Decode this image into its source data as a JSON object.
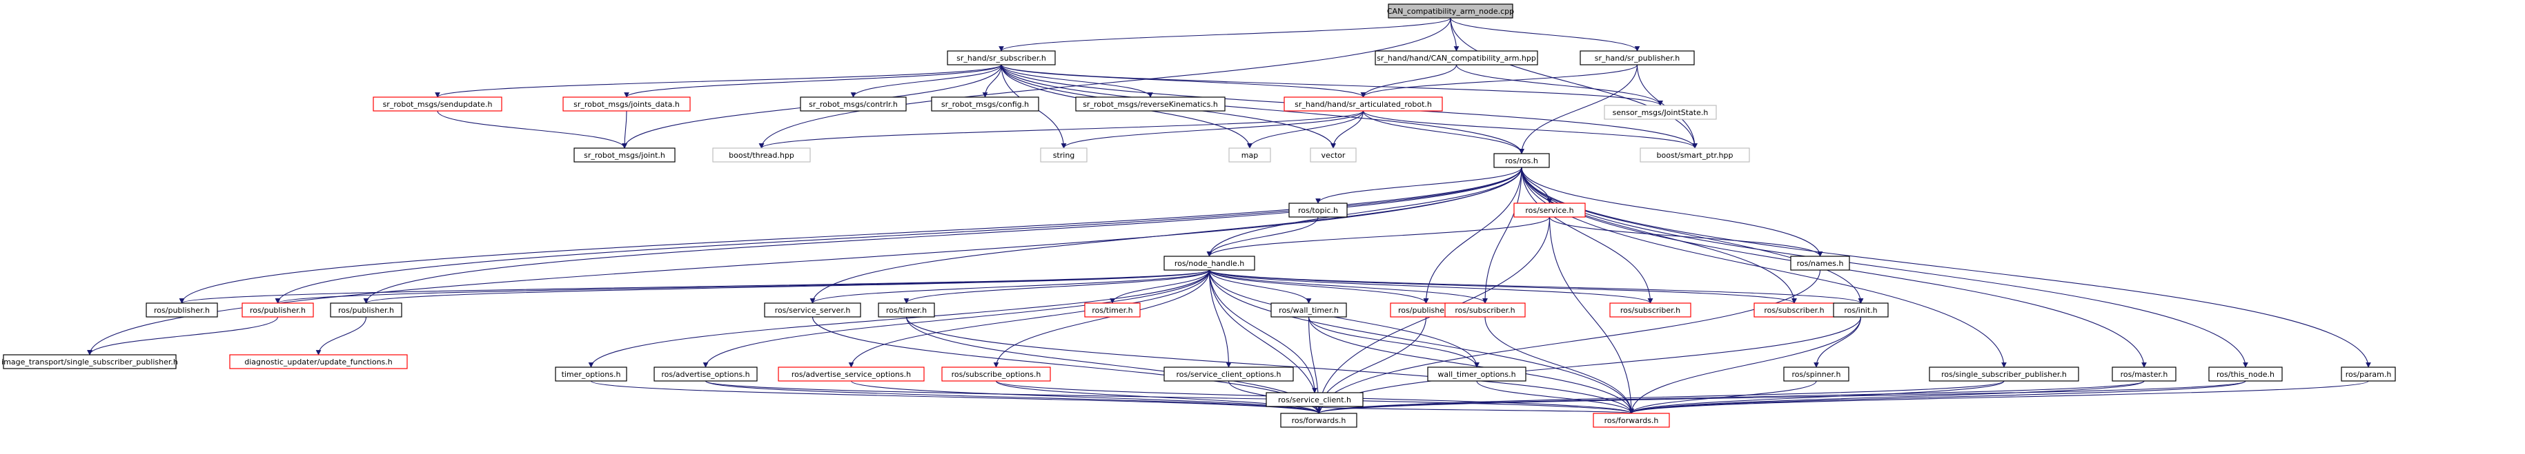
{
  "colors": {
    "edge": "#191970",
    "root_fill": "#bfbfbf",
    "normal_stroke": "#000000",
    "truncated_stroke": "#ff0000",
    "system_stroke": "#bfbfbf",
    "text": "#000000"
  },
  "nodes": {
    "root": {
      "label": "CAN_compatibility_arm_node.cpp",
      "kind": "root"
    },
    "sr_subscriber": {
      "label": "sr_hand/sr_subscriber.h",
      "kind": "normal"
    },
    "can_compat": {
      "label": "sr_hand/hand/CAN_compatibility_arm.hpp",
      "kind": "normal"
    },
    "sr_publisher": {
      "label": "sr_hand/sr_publisher.h",
      "kind": "normal"
    },
    "sendupdate": {
      "label": "sr_robot_msgs/sendupdate.h",
      "kind": "truncated"
    },
    "joints_data": {
      "label": "sr_robot_msgs/joints_data.h",
      "kind": "truncated"
    },
    "contrlr": {
      "label": "sr_robot_msgs/contrlr.h",
      "kind": "normal"
    },
    "config": {
      "label": "sr_robot_msgs/config.h",
      "kind": "normal"
    },
    "reverseKin": {
      "label": "sr_robot_msgs/reverseKinematics.h",
      "kind": "normal"
    },
    "articulated": {
      "label": "sr_hand/hand/sr_articulated_robot.h",
      "kind": "truncated"
    },
    "jointstate": {
      "label": "sensor_msgs/JointState.h",
      "kind": "system"
    },
    "joint": {
      "label": "sr_robot_msgs/joint.h",
      "kind": "normal"
    },
    "boost_thread": {
      "label": "boost/thread.hpp",
      "kind": "system"
    },
    "string": {
      "label": "string",
      "kind": "system"
    },
    "map": {
      "label": "map",
      "kind": "system"
    },
    "vector": {
      "label": "vector",
      "kind": "system"
    },
    "smart_ptr": {
      "label": "boost/smart_ptr.hpp",
      "kind": "system"
    },
    "ros_h": {
      "label": "ros/ros.h",
      "kind": "normal"
    },
    "topic": {
      "label": "ros/topic.h",
      "kind": "normal"
    },
    "service": {
      "label": "ros/service.h",
      "kind": "truncated"
    },
    "node_handle": {
      "label": "ros/node_handle.h",
      "kind": "normal"
    },
    "names": {
      "label": "ros/names.h",
      "kind": "normal"
    },
    "pub1": {
      "label": "ros/publisher.h",
      "kind": "normal"
    },
    "pub2": {
      "label": "ros/publisher.h",
      "kind": "truncated"
    },
    "pub3": {
      "label": "ros/publisher.h",
      "kind": "normal"
    },
    "service_server": {
      "label": "ros/service_server.h",
      "kind": "normal"
    },
    "timer1": {
      "label": "ros/timer.h",
      "kind": "normal"
    },
    "timer2": {
      "label": "ros/timer.h",
      "kind": "truncated"
    },
    "wall_timer": {
      "label": "ros/wall_timer.h",
      "kind": "normal"
    },
    "pub4": {
      "label": "ros/publisher.h",
      "kind": "truncated"
    },
    "sub1": {
      "label": "ros/subscriber.h",
      "kind": "truncated"
    },
    "sub2": {
      "label": "ros/subscriber.h",
      "kind": "truncated"
    },
    "sub3": {
      "label": "ros/subscriber.h",
      "kind": "truncated"
    },
    "init": {
      "label": "ros/init.h",
      "kind": "normal"
    },
    "image_transport": {
      "label": "image_transport/single_subscriber_publisher.h",
      "kind": "normal"
    },
    "diagnostic": {
      "label": "diagnostic_updater/update_functions.h",
      "kind": "truncated"
    },
    "timer_options": {
      "label": "timer_options.h",
      "kind": "normal"
    },
    "advertise_options": {
      "label": "ros/advertise_options.h",
      "kind": "normal"
    },
    "advertise_service_options": {
      "label": "ros/advertise_service_options.h",
      "kind": "truncated"
    },
    "subscribe_options": {
      "label": "ros/subscribe_options.h",
      "kind": "truncated"
    },
    "service_client_options": {
      "label": "ros/service_client_options.h",
      "kind": "normal"
    },
    "service_client": {
      "label": "ros/service_client.h",
      "kind": "normal"
    },
    "wall_timer_options": {
      "label": "wall_timer_options.h",
      "kind": "normal"
    },
    "spinner": {
      "label": "ros/spinner.h",
      "kind": "normal"
    },
    "single_sub_pub": {
      "label": "ros/single_subscriber_publisher.h",
      "kind": "normal"
    },
    "master": {
      "label": "ros/master.h",
      "kind": "normal"
    },
    "this_node": {
      "label": "ros/this_node.h",
      "kind": "normal"
    },
    "param": {
      "label": "ros/param.h",
      "kind": "normal"
    },
    "forwards1": {
      "label": "ros/forwards.h",
      "kind": "normal"
    },
    "forwards2": {
      "label": "ros/forwards.h",
      "kind": "truncated"
    }
  },
  "edges": [
    [
      "root",
      "sr_subscriber"
    ],
    [
      "root",
      "can_compat"
    ],
    [
      "root",
      "sr_publisher"
    ],
    [
      "root",
      "boost_thread"
    ],
    [
      "root",
      "smart_ptr"
    ],
    [
      "sr_subscriber",
      "sendupdate"
    ],
    [
      "sr_subscriber",
      "joints_data"
    ],
    [
      "sr_subscriber",
      "contrlr"
    ],
    [
      "sr_subscriber",
      "config"
    ],
    [
      "sr_subscriber",
      "reverseKin"
    ],
    [
      "sr_subscriber",
      "articulated"
    ],
    [
      "sr_subscriber",
      "joint"
    ],
    [
      "sr_subscriber",
      "string"
    ],
    [
      "sr_subscriber",
      "map"
    ],
    [
      "sr_subscriber",
      "vector"
    ],
    [
      "sr_subscriber",
      "ros_h"
    ],
    [
      "sr_subscriber",
      "smart_ptr"
    ],
    [
      "sr_subscriber",
      "jointstate"
    ],
    [
      "can_compat",
      "articulated"
    ],
    [
      "can_compat",
      "jointstate"
    ],
    [
      "sr_publisher",
      "articulated"
    ],
    [
      "sr_publisher",
      "ros_h"
    ],
    [
      "sr_publisher",
      "smart_ptr"
    ],
    [
      "sendupdate",
      "joint"
    ],
    [
      "joints_data",
      "joint"
    ],
    [
      "articulated",
      "boost_thread"
    ],
    [
      "articulated",
      "string"
    ],
    [
      "articulated",
      "map"
    ],
    [
      "articulated",
      "vector"
    ],
    [
      "articulated",
      "smart_ptr"
    ],
    [
      "articulated",
      "ros_h"
    ],
    [
      "ros_h",
      "topic"
    ],
    [
      "ros_h",
      "service"
    ],
    [
      "ros_h",
      "node_handle"
    ],
    [
      "ros_h",
      "names"
    ],
    [
      "ros_h",
      "pub1"
    ],
    [
      "ros_h",
      "pub2"
    ],
    [
      "ros_h",
      "pub4"
    ],
    [
      "ros_h",
      "sub1"
    ],
    [
      "ros_h",
      "sub2"
    ],
    [
      "ros_h",
      "sub3"
    ],
    [
      "ros_h",
      "init"
    ],
    [
      "ros_h",
      "service_server"
    ],
    [
      "ros_h",
      "image_transport"
    ],
    [
      "ros_h",
      "single_sub_pub"
    ],
    [
      "ros_h",
      "master"
    ],
    [
      "ros_h",
      "this_node"
    ],
    [
      "ros_h",
      "param"
    ],
    [
      "ros_h",
      "pub3"
    ],
    [
      "topic",
      "node_handle"
    ],
    [
      "service",
      "node_handle"
    ],
    [
      "service",
      "names"
    ],
    [
      "service",
      "forwards1"
    ],
    [
      "service",
      "forwards2"
    ],
    [
      "node_handle",
      "pub1"
    ],
    [
      "node_handle",
      "pub2"
    ],
    [
      "node_handle",
      "pub3"
    ],
    [
      "node_handle",
      "service_server"
    ],
    [
      "node_handle",
      "timer1"
    ],
    [
      "node_handle",
      "timer2"
    ],
    [
      "node_handle",
      "wall_timer"
    ],
    [
      "node_handle",
      "pub4"
    ],
    [
      "node_handle",
      "sub1"
    ],
    [
      "node_handle",
      "sub2"
    ],
    [
      "node_handle",
      "sub3"
    ],
    [
      "node_handle",
      "init"
    ],
    [
      "node_handle",
      "timer_options"
    ],
    [
      "node_handle",
      "advertise_options"
    ],
    [
      "node_handle",
      "advertise_service_options"
    ],
    [
      "node_handle",
      "subscribe_options"
    ],
    [
      "node_handle",
      "service_client_options"
    ],
    [
      "node_handle",
      "service_client"
    ],
    [
      "node_handle",
      "wall_timer_options"
    ],
    [
      "node_handle",
      "forwards1"
    ],
    [
      "node_handle",
      "forwards2"
    ],
    [
      "names",
      "forwards1"
    ],
    [
      "pub2",
      "image_transport"
    ],
    [
      "pub3",
      "diagnostic"
    ],
    [
      "service_server",
      "forwards1"
    ],
    [
      "timer1",
      "forwards1"
    ],
    [
      "timer1",
      "forwards2"
    ],
    [
      "wall_timer",
      "forwards1"
    ],
    [
      "wall_timer",
      "forwards2"
    ],
    [
      "wall_timer",
      "wall_timer_options"
    ],
    [
      "pub4",
      "forwards1"
    ],
    [
      "sub1",
      "forwards2"
    ],
    [
      "init",
      "spinner"
    ],
    [
      "init",
      "forwards1"
    ],
    [
      "init",
      "forwards2"
    ],
    [
      "timer_options",
      "forwards1"
    ],
    [
      "advertise_options",
      "forwards1"
    ],
    [
      "advertise_options",
      "forwards2"
    ],
    [
      "advertise_service_options",
      "forwards1"
    ],
    [
      "subscribe_options",
      "forwards1"
    ],
    [
      "subscribe_options",
      "forwards2"
    ],
    [
      "service_client_options",
      "forwards1"
    ],
    [
      "service_client",
      "forwards1"
    ],
    [
      "service_client",
      "forwards2"
    ],
    [
      "wall_timer_options",
      "forwards2"
    ],
    [
      "spinner",
      "forwards2"
    ],
    [
      "single_sub_pub",
      "forwards1"
    ],
    [
      "single_sub_pub",
      "forwards2"
    ],
    [
      "master",
      "forwards1"
    ],
    [
      "master",
      "forwards2"
    ],
    [
      "this_node",
      "forwards1"
    ],
    [
      "this_node",
      "forwards2"
    ],
    [
      "param",
      "forwards2"
    ]
  ]
}
